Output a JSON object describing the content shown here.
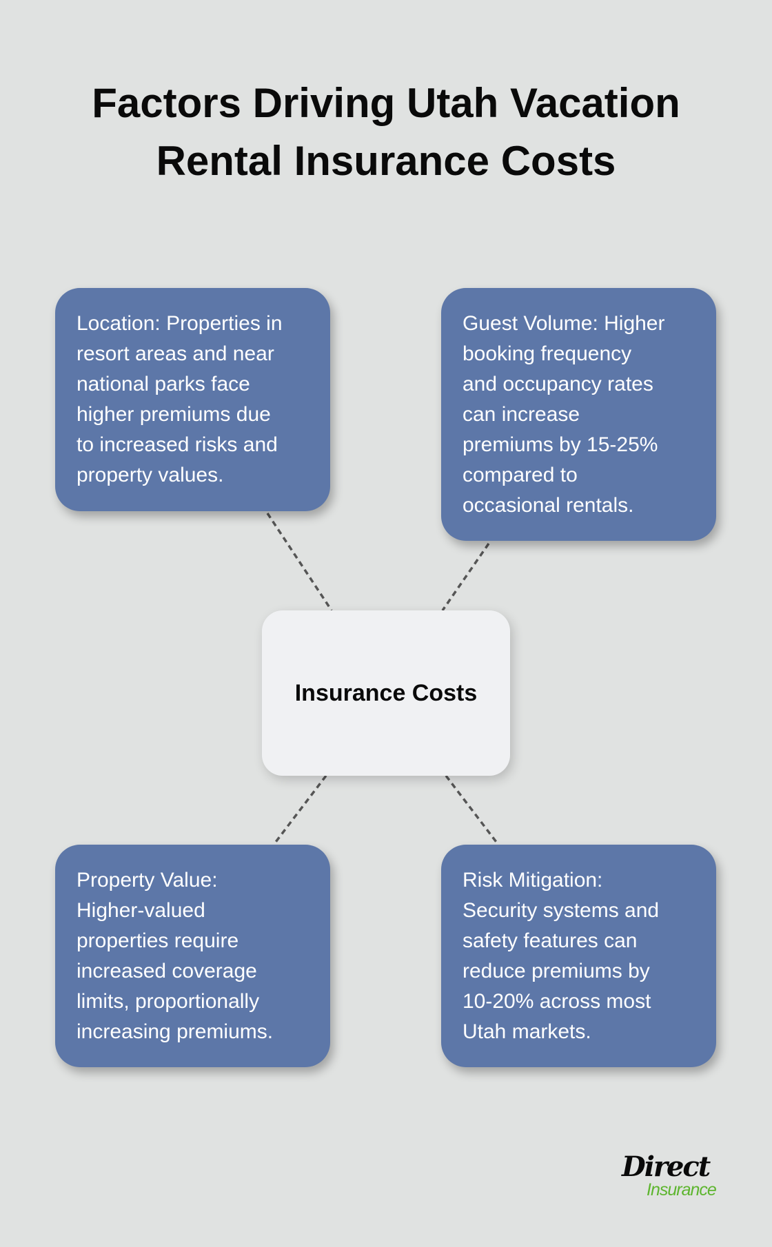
{
  "title": {
    "lines": [
      "Factors Driving Utah Vacation",
      "Rental Insurance Costs"
    ]
  },
  "center_node": {
    "label": "Insurance Costs",
    "background": "#f0f1f3"
  },
  "factors": [
    {
      "position": "top-left",
      "heading": "Location",
      "lines": [
        "Location: Properties in",
        "resort areas and near",
        "national parks face",
        "higher premiums due",
        "to increased risks and",
        "property values."
      ]
    },
    {
      "position": "top-right",
      "heading": "Guest Volume",
      "lines": [
        "Guest Volume: Higher",
        "booking frequency",
        "and occupancy rates",
        "can increase",
        "premiums by 15-25%",
        "compared to",
        "occasional rentals."
      ]
    },
    {
      "position": "bottom-left",
      "heading": "Property Value",
      "lines": [
        "Property Value:",
        "Higher-valued",
        "properties require",
        "increased coverage",
        "limits, proportionally",
        "increasing premiums."
      ]
    },
    {
      "position": "bottom-right",
      "heading": "Risk Mitigation",
      "lines": [
        "Risk Mitigation:",
        "Security systems and",
        "safety features can",
        "reduce premiums by",
        "10-20% across most",
        "Utah markets."
      ]
    }
  ],
  "colors": {
    "background": "#e0e2e1",
    "card": "#5d77a8",
    "connector": "#555555",
    "logo_green": "#5db52e"
  },
  "logo": {
    "primary": "Direct",
    "secondary": "Insurance"
  }
}
